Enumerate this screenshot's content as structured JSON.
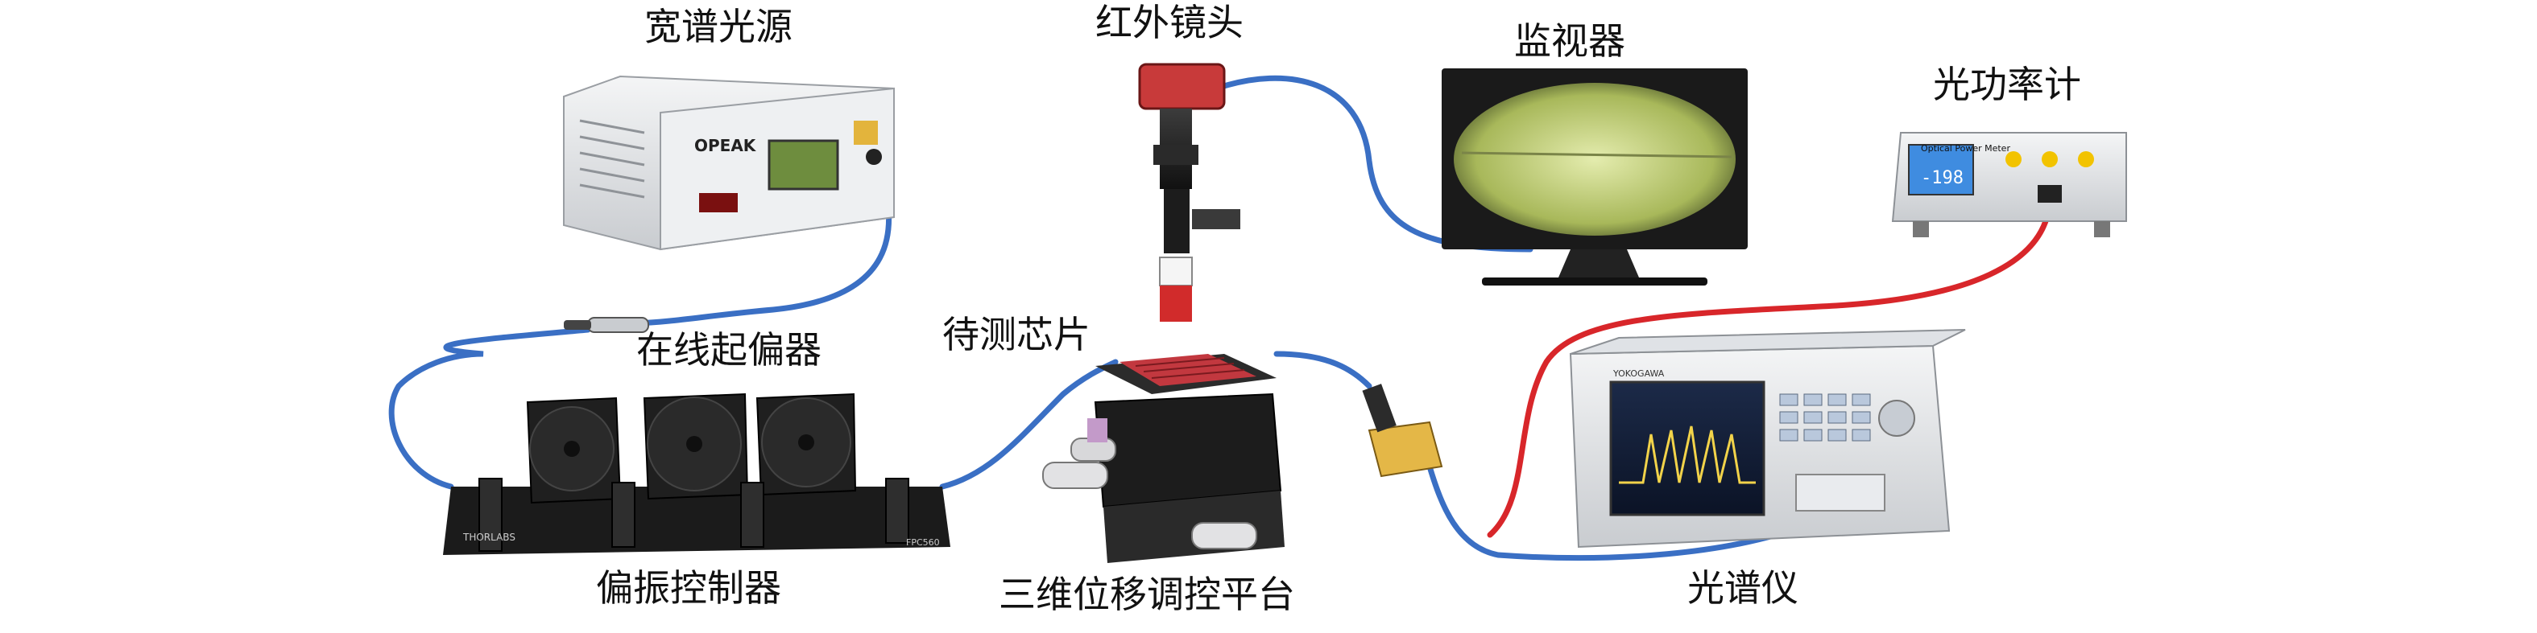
{
  "labels": {
    "broadband_source": "宽谱光源",
    "ir_lens": "红外镜头",
    "monitor": "监视器",
    "power_meter": "光功率计",
    "inline_polarizer": "在线起偏器",
    "chip_under_test": "待测芯片",
    "polarization_controller": "偏振控制器",
    "stage_3d": "三维位移调控平台",
    "osa": "光谱仪"
  },
  "device_text": {
    "source_brand": "OPEAK",
    "power_meter_title": "Optical Power Meter",
    "power_meter_reading": "-198",
    "controller_brand": "THORLABS",
    "controller_model": "FPC560",
    "osa_brand": "YOKOGAWA"
  },
  "colors": {
    "fiber_blue": "#3a6fc4",
    "fiber_red": "#d8262a",
    "chip_red": "#c2383f"
  }
}
